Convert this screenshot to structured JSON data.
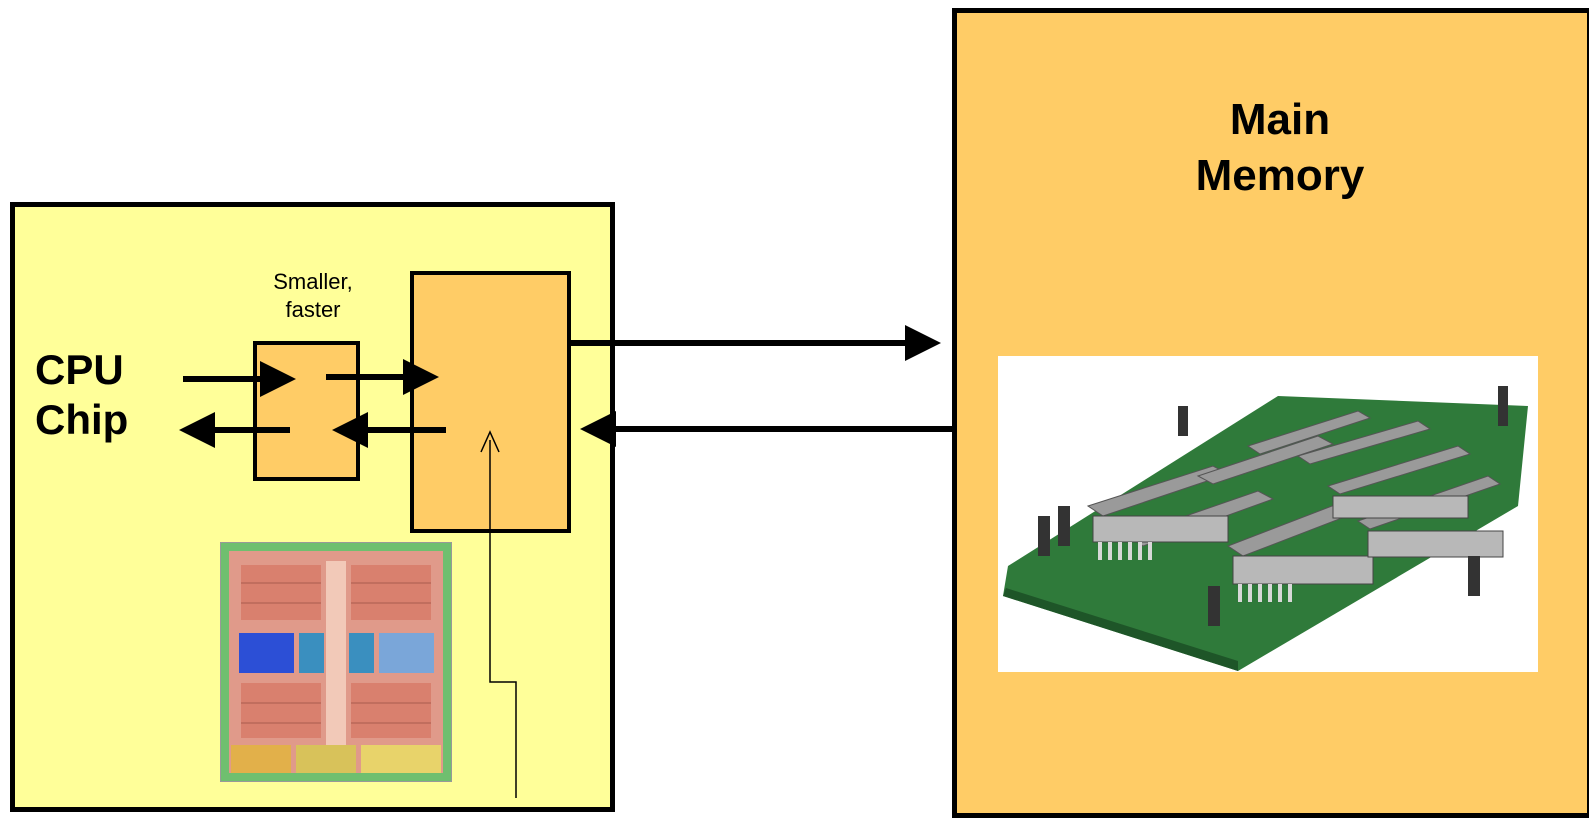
{
  "cpu": {
    "label_line1": "CPU",
    "label_line2": "Chip"
  },
  "l1": {
    "caption_line1": "Smaller,",
    "caption_line2": "faster"
  },
  "memory": {
    "title_line1": "Main",
    "title_line2": "Memory"
  },
  "images": {
    "cpu_die": "cpu-die-image",
    "memory_board": "memory-module-image"
  },
  "colors": {
    "cpu_box": "#ffff99",
    "memory_box": "#ffcc66",
    "cache_box": "#ffcc66"
  }
}
